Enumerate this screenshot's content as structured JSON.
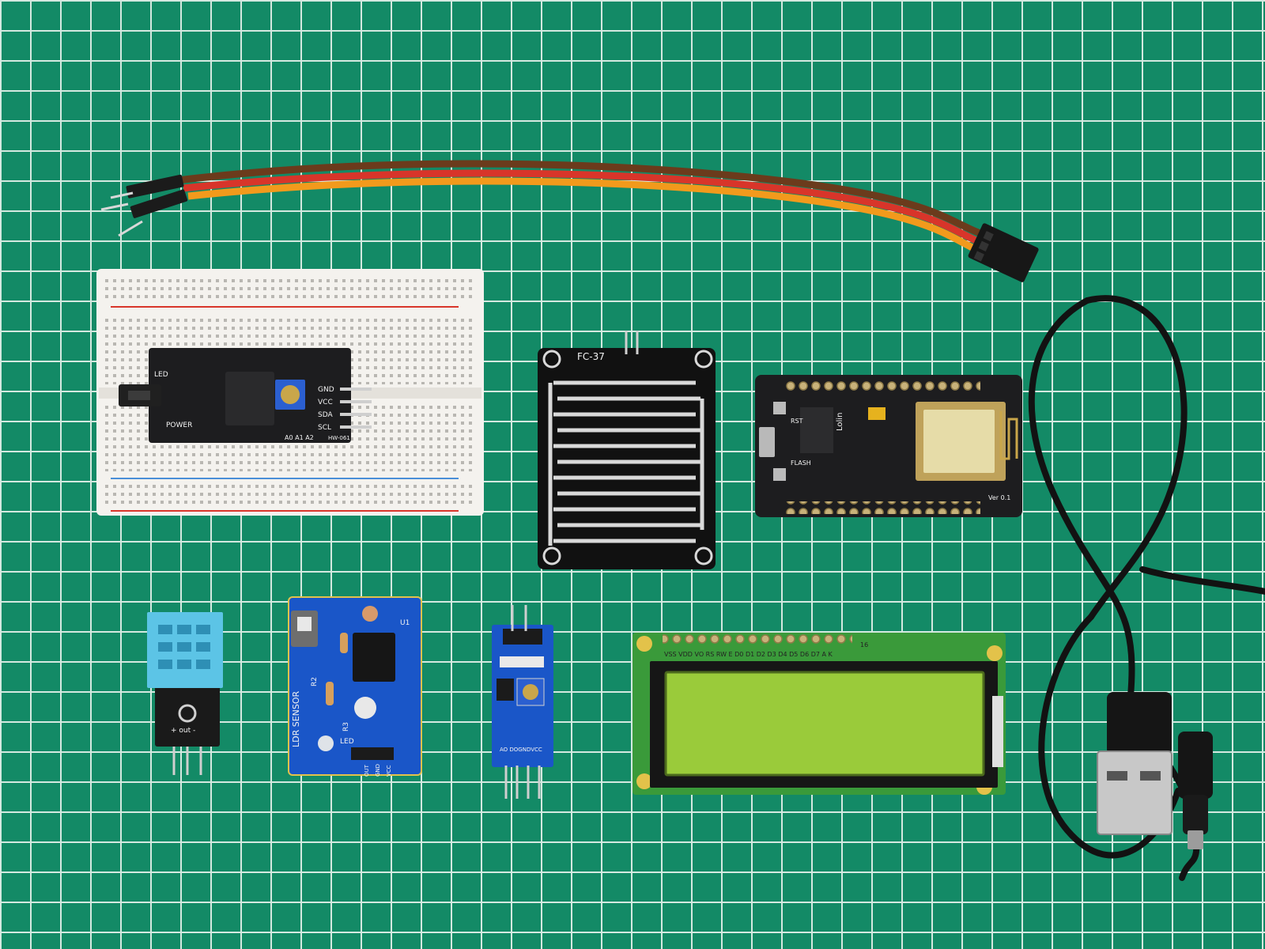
{
  "colors": {
    "mat": "#138a66",
    "grid_line": "#e9f3ee",
    "pcb_black": "#1d1d1f",
    "pcb_blue": "#1a56c8",
    "pcb_green": "#3a9a3a",
    "lcd_screen": "#9acb3a",
    "dht_body": "#5cc4e6",
    "breadboard": "#f4f2ee",
    "wire_red": "#d8352a",
    "wire_orange": "#f29a1c",
    "wire_brown": "#6b3b1c"
  },
  "i2c_module": {
    "pins": [
      "GND",
      "VCC",
      "SDA",
      "SCL"
    ],
    "led_label": "LED",
    "power_label": "POWER",
    "address_label": "A0 A1 A2",
    "model": "HW-061"
  },
  "rain_sensor": {
    "model": "FC-37"
  },
  "nodemcu": {
    "brand": "Lolin",
    "rst": "RST",
    "flash": "FLASH",
    "version": "Ver 0.1"
  },
  "ldr_module": {
    "title": "LDR SENSOR",
    "r2": "R2",
    "r3": "R3",
    "led": "LED",
    "u1": "U1",
    "out": "OUT",
    "gnd": "GND",
    "vcc": "VCC"
  },
  "dht_module": {
    "pin_label": "+ out -"
  },
  "ir_module": {
    "pins": "AO DOGNDVCC"
  },
  "lcd": {
    "pins": "VSS VDD VO RS RW E D0 D1 D2 D3 D4 D5 D6 D7 A K",
    "pin_16": "16"
  }
}
